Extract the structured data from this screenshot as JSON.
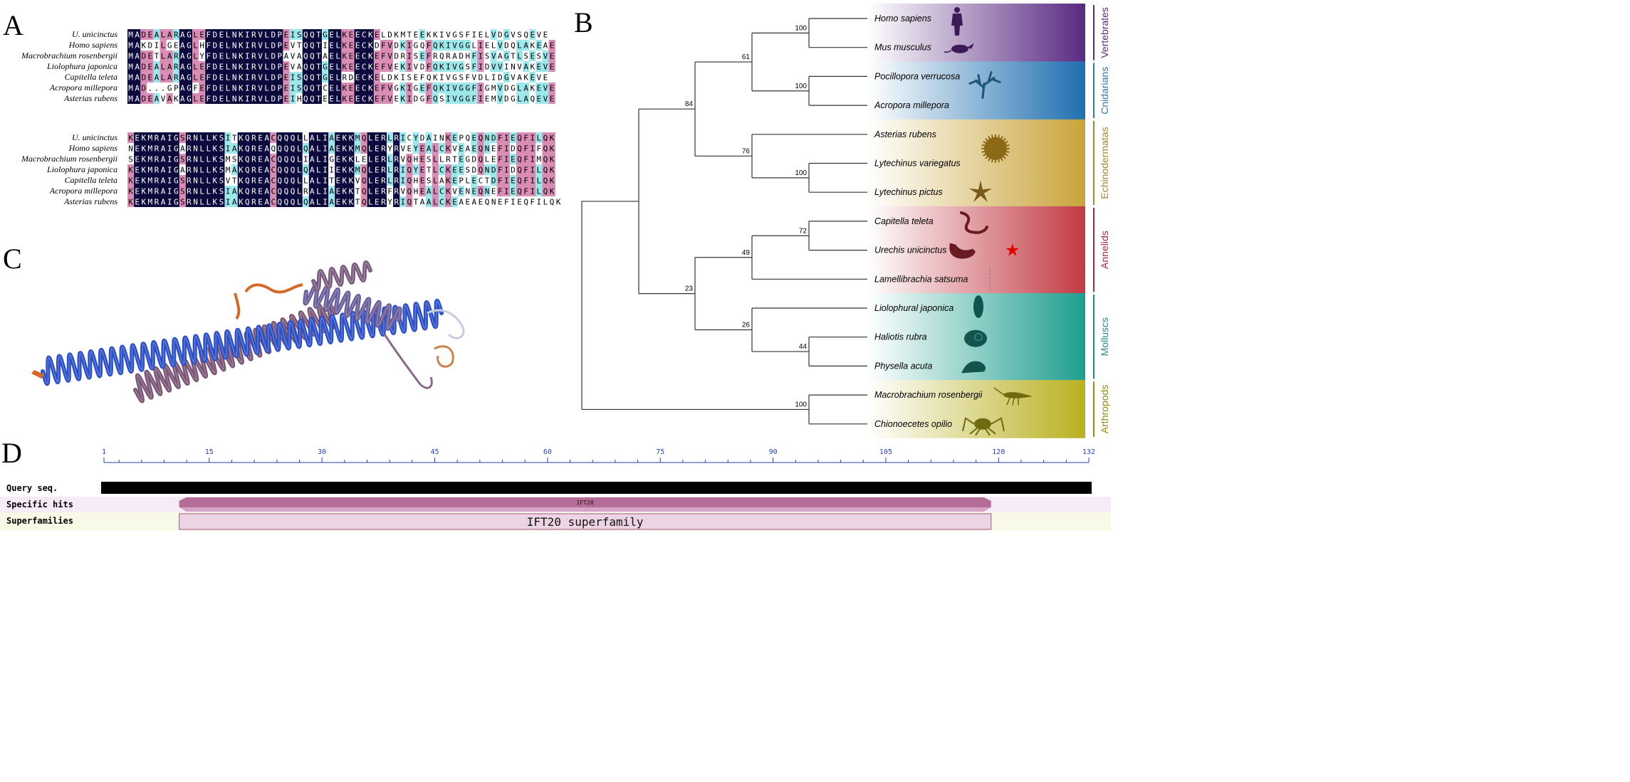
{
  "panels": {
    "a": "A",
    "b": "B",
    "c": "C",
    "d": "D"
  },
  "alignment": {
    "blocks": [
      {
        "rows": [
          {
            "species": "U. unicinctus",
            "seq": "MADEALARAGLEFDELNKIRVLDPEISQQTGELKEECKELDKMTEEKKIVGSFIELVDGVSQEVE"
          },
          {
            "species": "Homo sapiens",
            "seq": "MAKDILGEAGLHFDELNKIRVLDPEVTQQTIELKEECKDFVDKIGQFQKIVGGLIELVDQLAKEAE"
          },
          {
            "species": "Macrobrachium rosenbergii",
            "seq": "MADETLARAGLYFDELNKIRVLDPAVAQQTAELKEECKEFVDRISEFRQRADHFISVAGTLSESVE"
          },
          {
            "species": "Liolophura japonica",
            "seq": "MADEALARAGLEFDELNKIRVLDPEVAQQTGELKEECKEFVEKIVDFQKIVGSFIDVVINVAKEVE"
          },
          {
            "species": "Capitella teleta",
            "seq": "MADEALARAGLEFDELNKIRVLDPEISQQTGELRDECKELDKISEFQKIVGSFVDLIDGVAKEVE"
          },
          {
            "species": "Acropora millepora",
            "seq": "MAD...GPAGFEFDELNKIRVLDPEISQQTCELKEECKEFVGKIGEFQKIVGGFIGMVDGLAKEVE"
          },
          {
            "species": "Asterias rubens",
            "seq": "MADEAVAKAGLEFDELNKIRVLDPEIHQQTEELKEECKEFVEKIDGFQSIVGGFIEMVDGLAQEVE"
          }
        ]
      },
      {
        "rows": [
          {
            "species": "U. unicinctus",
            "seq": "KEKMRAIGSRNLLKSITKQREACQQQLLALIAEKKMQLERLRICYDAINKEPQEQNDFIEQFILQK"
          },
          {
            "species": "Homo sapiens",
            "seq": "NEKMRAIGARNLLKSIAKQREAQQQQLQALIAEKKMQLERYRVEYEALCKVEAEQNEFIDQFIFQK"
          },
          {
            "species": "Macrobrachium rosenbergii",
            "seq": "SEKMRAIGSRNLLKSMSKQREACQQQLIALIGEKKLELERLRVQHESLLRTEGDQLEFIEQFIMQK"
          },
          {
            "species": "Liolophura japonica",
            "seq": "KEKMRAIGARNLLKSMAKQREACQQQLQALIIEKKMQLERLRIQYETLCKEESDQNDFIDQFILQK"
          },
          {
            "species": "Capitella teleta",
            "seq": "KEKMRAIGSRNLLKSVTKQREACQQQLLALITEKKVQLERLRIQHESLAKEPLECTDFIEQFILQK"
          },
          {
            "species": "Acropora millepora",
            "seq": "KEKMRAIGSRNLLKSIAKQREACQQQLRALIAEKKTQLERFRVQHEALCKVENEQNEFIEQFILQK"
          },
          {
            "species": "Asterias rubens",
            "seq": "KEKMRAIGSRNLLKSIAKQREACQQQLQALIAEKKTQLERYRIQTAALCKEAEAEQNEFIEQFILQK"
          }
        ]
      }
    ]
  },
  "tree": {
    "taxa": [
      {
        "name": "Homo sapiens",
        "icon": "human-silhouette-icon",
        "group": "Vertebrates"
      },
      {
        "name": "Mus musculus",
        "icon": "mouse-silhouette-icon",
        "group": "Vertebrates"
      },
      {
        "name": "Pocillopora verrucosa",
        "icon": "coral-silhouette-icon",
        "group": "Cnidarians"
      },
      {
        "name": "Acropora millepora",
        "icon": "",
        "group": "Cnidarians"
      },
      {
        "name": "Asterias rubens",
        "icon": "sea-urchin-silhouette-icon",
        "group": "Echinodermatas"
      },
      {
        "name": "Lytechinus variegatus",
        "icon": "",
        "group": "Echinodermatas"
      },
      {
        "name": "Lytechinus pictus",
        "icon": "starfish-silhouette-icon",
        "group": "Echinodermatas"
      },
      {
        "name": "Capitella teleta",
        "icon": "worm-silhouette-icon",
        "group": "Annelids"
      },
      {
        "name": "Urechis unicinctus",
        "icon": "spoon-worm-silhouette-icon",
        "group": "Annelids",
        "marked": true
      },
      {
        "name": "Lamellibrachia satsuma",
        "icon": "tube-worm-silhouette-icon",
        "group": "Annelids"
      },
      {
        "name": "Liolophural japonica",
        "icon": "chiton-silhouette-icon",
        "group": "Molluscs"
      },
      {
        "name": "Haliotis rubra",
        "icon": "abalone-silhouette-icon",
        "group": "Molluscs"
      },
      {
        "name": "Physella acuta",
        "icon": "snail-silhouette-icon",
        "group": "Molluscs"
      },
      {
        "name": "Macrobrachium rosenbergii",
        "icon": "shrimp-silhouette-icon",
        "group": "Arthropods"
      },
      {
        "name": "Chionoecetes opilio",
        "icon": "crab-silhouette-icon",
        "group": "Arthropods"
      }
    ],
    "bootstrap": [
      "100",
      "61",
      "100",
      "84",
      "76",
      "100",
      "72",
      "49",
      "23",
      "26",
      "44",
      "100"
    ],
    "groups": [
      {
        "name": "Vertebrates",
        "color": "#5a2a7a"
      },
      {
        "name": "Cnidarians",
        "color": "#2f79ad"
      },
      {
        "name": "Echinodermatas",
        "color": "#a08a2a"
      },
      {
        "name": "Annelids",
        "color": "#a52a3a"
      },
      {
        "name": "Molluscs",
        "color": "#1f8a82"
      },
      {
        "name": "Arthropods",
        "color": "#8f8c10"
      }
    ],
    "marker": "★"
  },
  "domains": {
    "ticks": [
      "1",
      "15",
      "30",
      "45",
      "60",
      "75",
      "90",
      "105",
      "120",
      "132"
    ],
    "seq_length": 132,
    "tracks": {
      "query": "Query seq.",
      "specific": "Specific hits",
      "superfamilies": "Superfamilies"
    },
    "specific_hit": {
      "label": "IFT20",
      "start": 11,
      "end": 119
    },
    "superfamily": {
      "label": "IFT20 superfamily",
      "start": 11,
      "end": 119
    }
  },
  "colors": {
    "identical": "#0c0a3c",
    "similar_pink": "#d98cb4",
    "similar_cyan": "#9ee8ec",
    "protein_blue": "#2c4fc4",
    "protein_orange": "#d46a2a",
    "protein_mauve": "#7a5576"
  }
}
